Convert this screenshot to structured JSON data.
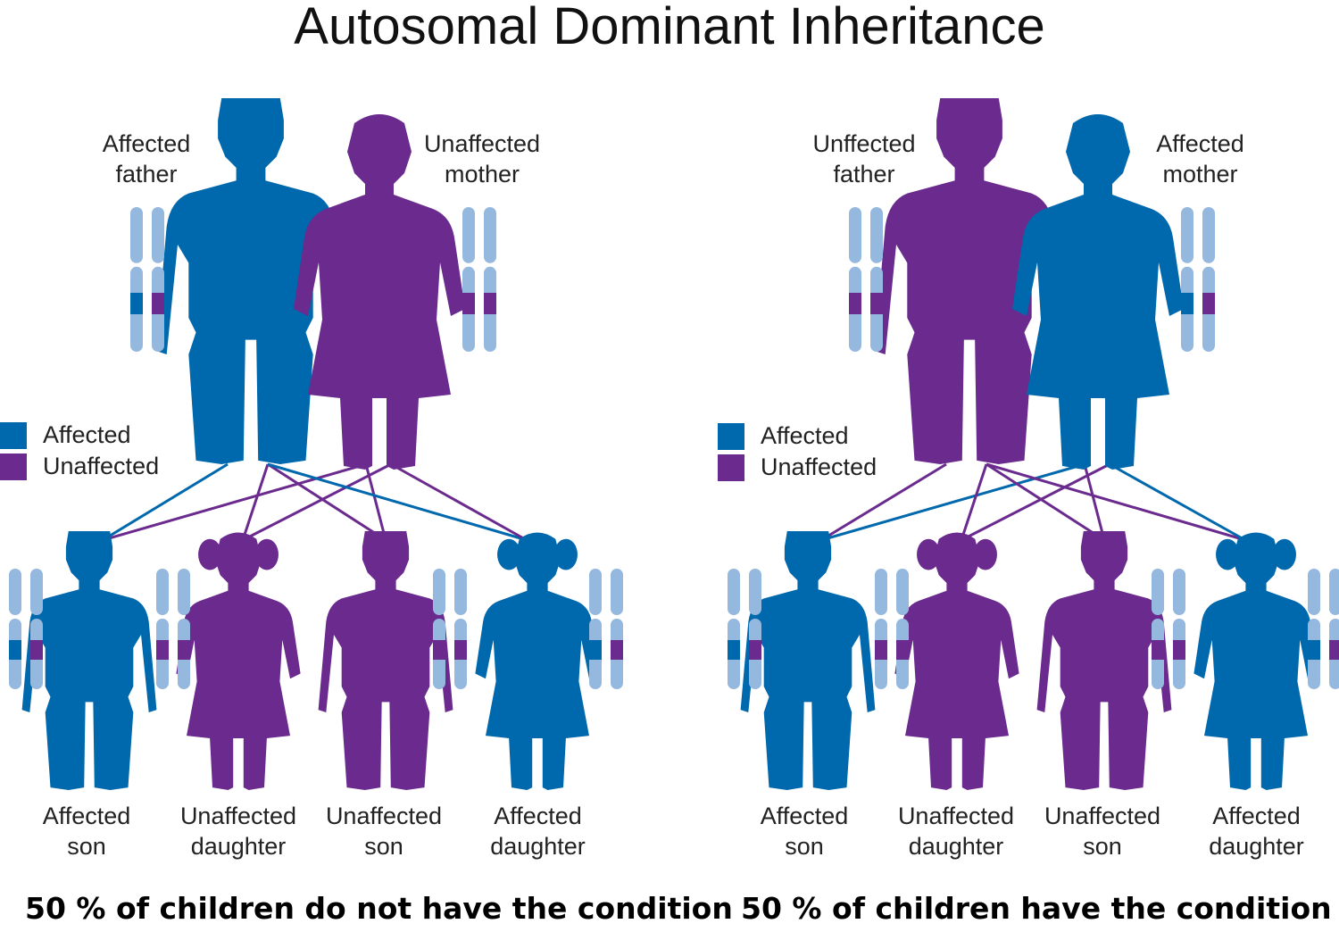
{
  "title": "Autosomal Dominant Inheritance",
  "colors": {
    "affected": "#0068AC",
    "unaffected": "#6A2A8E",
    "chromosome": "#95B8DE"
  },
  "legend": {
    "affected": "Affected",
    "unaffected": "Unaffected"
  },
  "panels": [
    {
      "father": {
        "label_line1": "Affected",
        "label_line2": "father",
        "status": "affected"
      },
      "mother": {
        "label_line1": "Unaffected",
        "label_line2": "mother",
        "status": "unaffected"
      },
      "children": [
        {
          "label_line1": "Affected",
          "label_line2": "son",
          "sex": "male",
          "status": "affected"
        },
        {
          "label_line1": "Unaffected",
          "label_line2": "daughter",
          "sex": "female",
          "status": "unaffected"
        },
        {
          "label_line1": "Unaffected",
          "label_line2": "son",
          "sex": "male",
          "status": "unaffected"
        },
        {
          "label_line1": "Affected",
          "label_line2": "daughter",
          "sex": "female",
          "status": "affected"
        }
      ],
      "caption": "50 % of children do not have the condition"
    },
    {
      "father": {
        "label_line1": "Unffected",
        "label_line2": "father",
        "status": "unaffected"
      },
      "mother": {
        "label_line1": "Affected",
        "label_line2": "mother",
        "status": "affected"
      },
      "children": [
        {
          "label_line1": "Affected",
          "label_line2": "son",
          "sex": "male",
          "status": "affected"
        },
        {
          "label_line1": "Unaffected",
          "label_line2": "daughter",
          "sex": "female",
          "status": "unaffected"
        },
        {
          "label_line1": "Unaffected",
          "label_line2": "son",
          "sex": "male",
          "status": "unaffected"
        },
        {
          "label_line1": "Affected",
          "label_line2": "daughter",
          "sex": "female",
          "status": "affected"
        }
      ],
      "caption": "50 % of children have the condition"
    }
  ]
}
